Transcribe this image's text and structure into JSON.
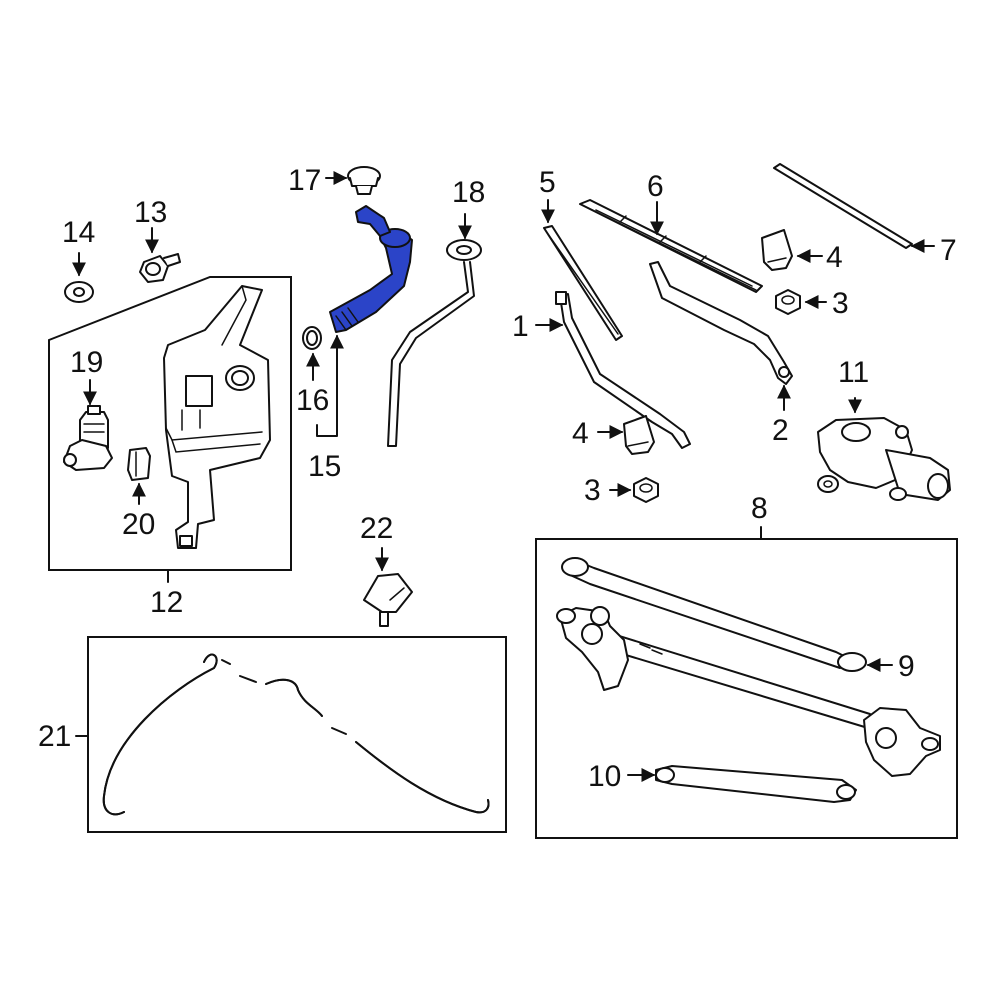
{
  "highlight_color": "#2b44c8",
  "line_color": "#111111",
  "callouts": {
    "c1": "1",
    "c2": "2",
    "c3a": "3",
    "c3b": "3",
    "c4a": "4",
    "c4b": "4",
    "c5": "5",
    "c6": "6",
    "c7": "7",
    "c8": "8",
    "c9": "9",
    "c10": "10",
    "c11": "11",
    "c12": "12",
    "c13": "13",
    "c14": "14",
    "c15": "15",
    "c16": "16",
    "c17": "17",
    "c18": "18",
    "c19": "19",
    "c20": "20",
    "c21": "21",
    "c22": "22"
  }
}
